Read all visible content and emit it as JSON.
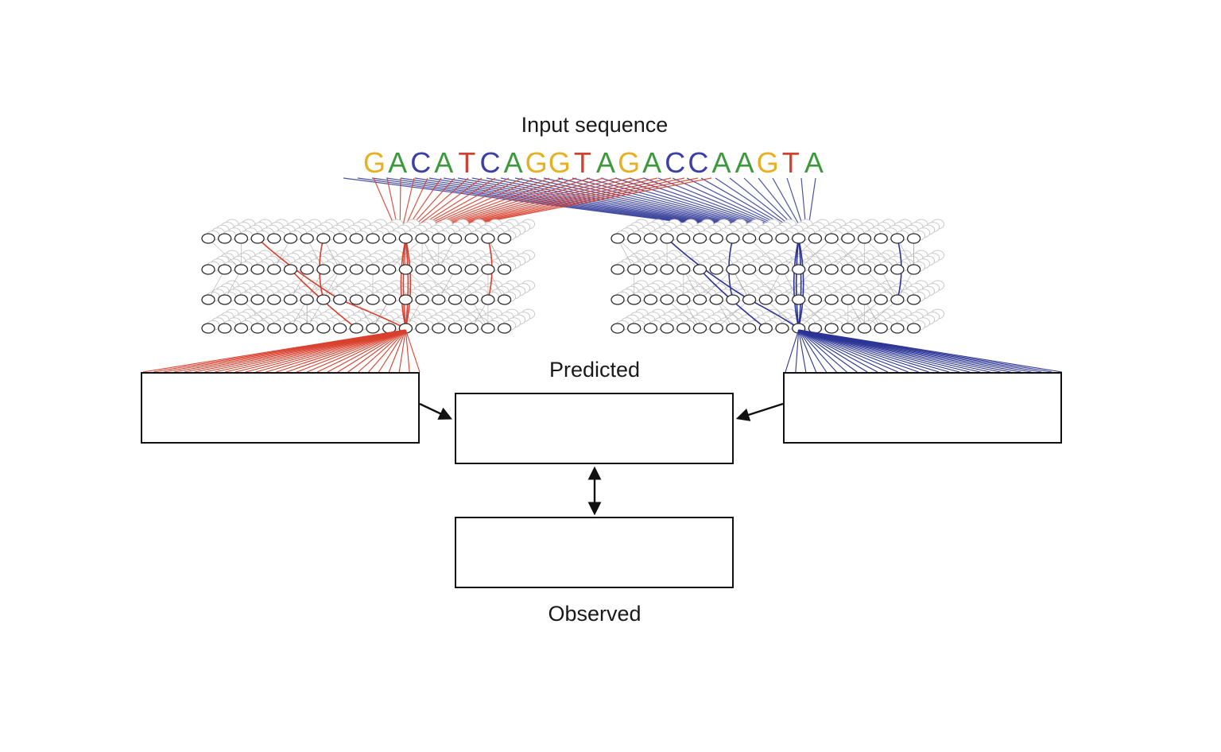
{
  "labels": {
    "input": "Input sequence",
    "predicted": "Predicted",
    "observed": "Observed"
  },
  "sequence": [
    "G",
    "A",
    "C",
    "A",
    "T",
    "C",
    "A",
    "G",
    "G",
    "T",
    "A",
    "G",
    "A",
    "C",
    "C",
    "A",
    "A",
    "G",
    "T",
    "A"
  ],
  "colors": {
    "A": "#3c9a3c",
    "C": "#3b3fa6",
    "G": "#e6b020",
    "T": "#d0412f",
    "left_model": "#d9402e",
    "right_model": "#2c3596",
    "predicted_track": "#5b2a9e",
    "observed_track": "#6a6a6a",
    "nodes": "#b8b8b8"
  },
  "icons": [
    "arrow-right-icon",
    "arrow-left-icon",
    "double-arrow-icon"
  ]
}
